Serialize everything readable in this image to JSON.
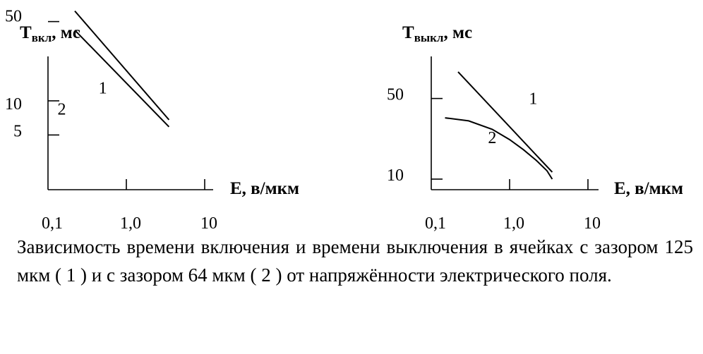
{
  "chart_data": [
    {
      "type": "line",
      "y_title": {
        "main": "T",
        "sub": "вкл",
        "rest": ", мс"
      },
      "xlabel": "E, в/мкм",
      "x_ticks": [
        {
          "value": 0.1,
          "label": "0,1"
        },
        {
          "value": 1,
          "label": "1,0"
        },
        {
          "value": 10,
          "label": "10"
        }
      ],
      "y_ticks": [
        {
          "value": 5,
          "label": "5"
        },
        {
          "value": 10,
          "label": "10"
        },
        {
          "value": 50,
          "label": "50"
        }
      ],
      "series": [
        {
          "label": "1",
          "points": [
            [
              0.22,
              62
            ],
            [
              3.5,
              6.8
            ]
          ]
        },
        {
          "label": "2",
          "points": [
            [
              0.22,
              42
            ],
            [
              3.5,
              5.9
            ]
          ]
        }
      ],
      "series_label_values": [
        [
          0.5,
          13
        ],
        [
          0.15,
          8.5
        ]
      ]
    },
    {
      "type": "line",
      "y_title": {
        "main": "T",
        "sub": "выкл",
        "rest": ", мс"
      },
      "xlabel": "E, в/мкм",
      "x_ticks": [
        {
          "value": 0.1,
          "label": "0,1"
        },
        {
          "value": 1,
          "label": "1,0"
        },
        {
          "value": 10,
          "label": "10"
        }
      ],
      "y_ticks": [
        {
          "value": 10,
          "label": "10"
        },
        {
          "value": 50,
          "label": "50"
        }
      ],
      "series": [
        {
          "label": "1",
          "points": [
            [
              0.22,
              85
            ],
            [
              3.5,
              11.5
            ]
          ]
        },
        {
          "label": "2",
          "points": [
            [
              0.15,
              34
            ],
            [
              0.3,
              32
            ],
            [
              0.6,
              27
            ],
            [
              1.0,
              22
            ],
            [
              1.5,
              18
            ],
            [
              2.2,
              14.5
            ],
            [
              3.0,
              11.8
            ],
            [
              3.5,
              10
            ]
          ]
        }
      ],
      "series_label_values": [
        [
          2.0,
          50
        ],
        [
          0.6,
          23
        ]
      ]
    }
  ],
  "caption": "Зависимость времени включения и времени выключения в ячейках с зазором 125 мкм ( 1 ) и с зазором 64 мкм ( 2 ) от напряжённости электрического поля."
}
